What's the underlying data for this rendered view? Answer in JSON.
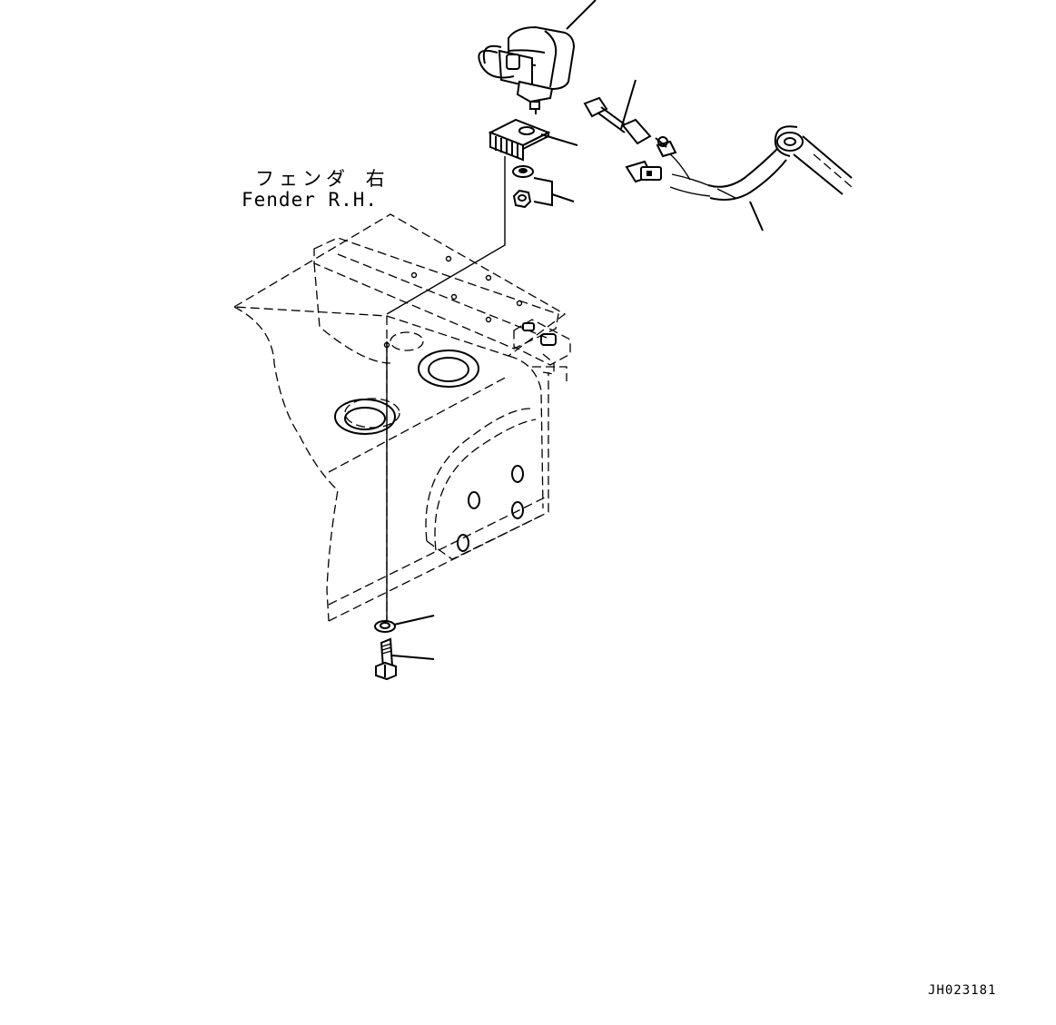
{
  "labels": {
    "part_jp": "フェンダ 右",
    "part_en": "Fender R.H.",
    "drawing_code": "JH023181"
  },
  "icons": {
    "lamp": "work-lamp-icon",
    "bracket": "bracket-icon",
    "harness": "wire-harness-icon",
    "bolt": "bolt-icon",
    "washer": "washer-icon",
    "nut": "nut-icon"
  },
  "colors": {
    "line": "#000000",
    "background": "#ffffff"
  }
}
